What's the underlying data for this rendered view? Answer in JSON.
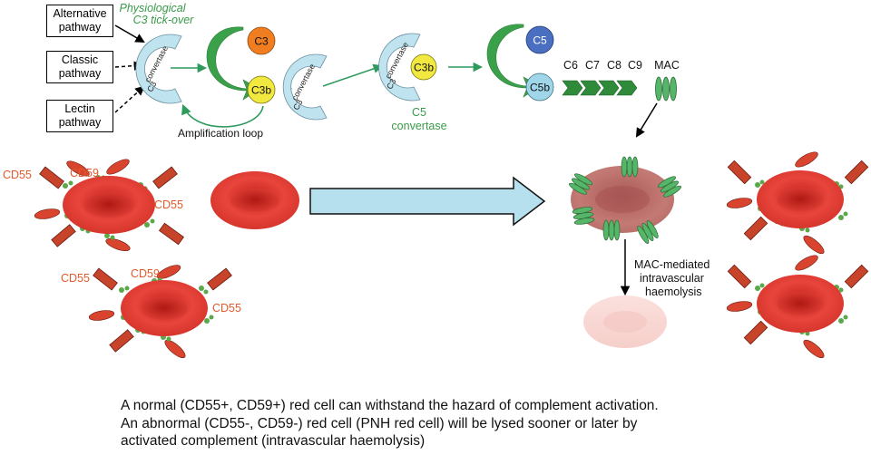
{
  "pathways": {
    "alternative": "Alternative\npathway",
    "classic": "Classic\npathway",
    "lectin": "Lectin\npathway"
  },
  "tickover": {
    "line1": "Physiological",
    "line2": "C3 tick-over"
  },
  "convertase_label_top": "convertase",
  "convertase_label_c3": "C3",
  "molecules": {
    "c3": "C3",
    "c3b": "C3b",
    "c5": "C5",
    "c5b": "C5b",
    "plus": "+"
  },
  "amplification_loop": "Amplification loop",
  "c5_convertase": {
    "line1": "C5",
    "line2": "convertase"
  },
  "terminal": {
    "c6": "C6",
    "c7": "C7",
    "c8": "C8",
    "c9": "C9",
    "mac": "MAC"
  },
  "cell_labels": {
    "cd55": "CD55",
    "cd59": "CD59"
  },
  "lysis_label": {
    "line1": "MAC-mediated",
    "line2": "intravascular",
    "line3": "haemolysis"
  },
  "caption": [
    "A normal (CD55+, CD59+) red cell can withstand the hazard of complement activation.",
    "An abnormal (CD55-, CD59-) red cell (PNH red cell) will be lysed sooner or later by",
    "activated complement (intravascular haemolysis)"
  ],
  "colors": {
    "green_arrow": "#2e9a5c",
    "tickover_text": "#3a9a4a",
    "convertase_fill": "#bfe3ef",
    "c3_fill": "#f07d20",
    "c3b_fill": "#f1e840",
    "c5_fill": "#4a6fc0",
    "c5b_fill": "#9fd6ea",
    "rbc": "#e23a34",
    "cd_label": "#e05a2c",
    "receptor": "#c7442a",
    "mac_green": "#55b568",
    "big_arrow_fill": "#b7e0ee"
  }
}
